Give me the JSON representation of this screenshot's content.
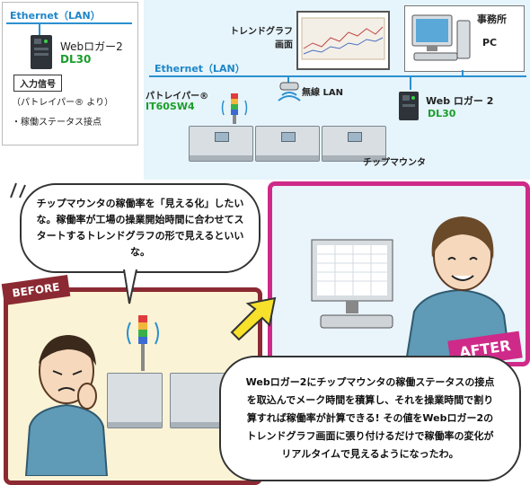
{
  "legend": {
    "ethernet_label": "Ethernet（LAN）",
    "device_name": "Webロガー2",
    "device_model": "DL30",
    "input_header": "入力信号",
    "input_source": "（パトレイパー® より）",
    "input_item": "・稼働ステータス接点"
  },
  "network": {
    "trend_label": "トレンドグラフ\n画面",
    "office_label": "事務所",
    "pc_label": "PC",
    "ethernet_label": "Ethernet（LAN）",
    "wireless_label": "無線 LAN",
    "patlite_name": "パトレイパー®",
    "patlite_model": "IT60SW4",
    "logger_name": "Web ロガー 2",
    "logger_model": "DL30",
    "chip_mounter_label": "チップマウンタ"
  },
  "before": {
    "badge": "BEFORE",
    "speech": "チップマウンタの稼働率を「見える化」したいな。稼働率が工場の操業開始時間に合わせてスタートするトレンドグラフの形で見えるといいな。"
  },
  "after": {
    "badge": "AFTER",
    "speech": "Webロガー2にチップマウンタの稼働ステータスの接点を取込んでメーク時間を積算し、それを操業時間で割り算すれば稼働率が計算できる! その値をWebロガー2のトレンドグラフ画面に張り付けるだけで稼働率の変化がリアルタイムで見えるようになったわ。"
  },
  "colors": {
    "lan": "#2b90d0",
    "device_model": "#1a9e2a",
    "before_frame": "#8b2a32",
    "after_frame": "#cf2a89"
  }
}
